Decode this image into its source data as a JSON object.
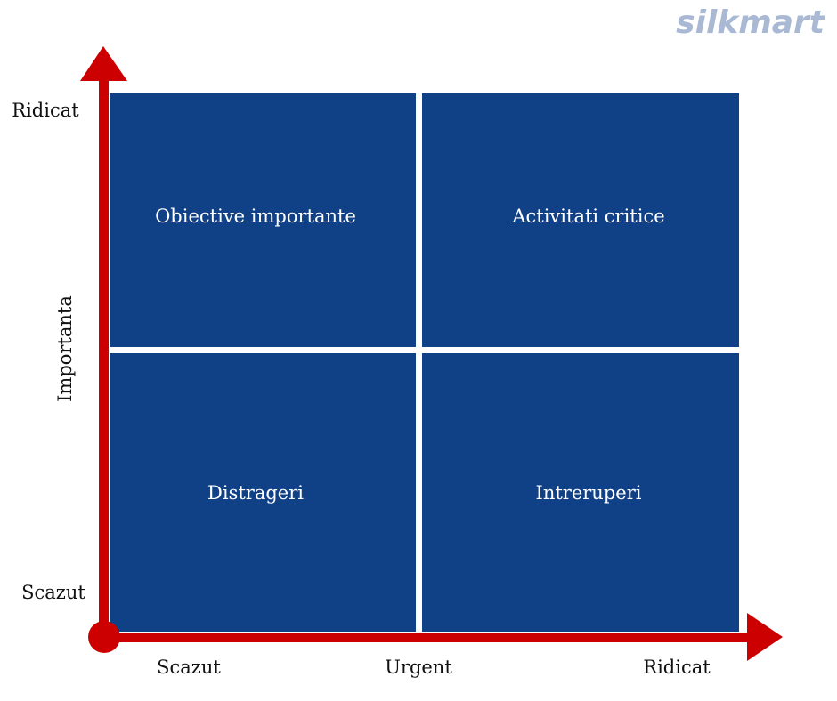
{
  "brand": {
    "name": "silkmart",
    "color": "#a9b9d4"
  },
  "colors": {
    "quadrant_fill": "#104086",
    "axis": "#cc0000",
    "axis_text": "#111111",
    "quadrant_text": "#ffffff"
  },
  "axes": {
    "y": {
      "title": "Importanta",
      "high_label": "Ridicat",
      "low_label": "Scazut"
    },
    "x": {
      "title": "Urgent",
      "low_label": "Scazut",
      "high_label": "Ridicat"
    }
  },
  "quadrants": {
    "top_left": "Obiective importante",
    "top_right": "Activitati critice",
    "bottom_left": "Distrageri",
    "bottom_right": "Intreruperi"
  }
}
